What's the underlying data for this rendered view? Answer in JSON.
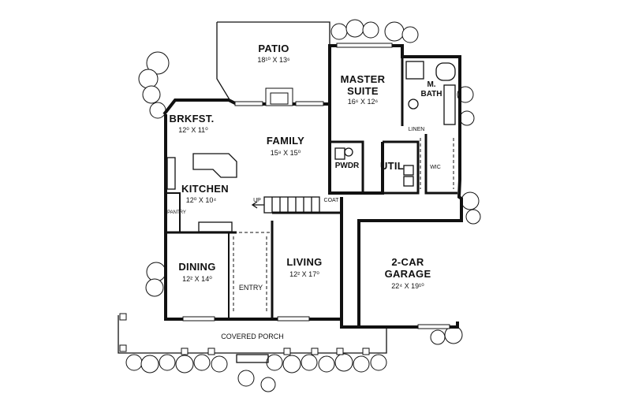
{
  "rooms": {
    "patio": {
      "name": "PATIO",
      "dim": "18¹⁰ X 13⁶"
    },
    "master": {
      "name1": "MASTER",
      "name2": "SUITE",
      "dim": "16⁶ X 12⁶"
    },
    "mbath": {
      "name1": "M.",
      "name2": "BATH"
    },
    "brkfst": {
      "name": "BRKFST.",
      "dim": "12⁰ X 11⁰"
    },
    "family": {
      "name": "FAMILY",
      "dim": "15⁸ X 15⁰"
    },
    "kitchen": {
      "name": "KITCHEN",
      "dim": "12⁰ X 10⁴"
    },
    "pantry": {
      "name": "PANTRY"
    },
    "pwdr": {
      "name": "PWDR"
    },
    "util": {
      "name": "UTIL"
    },
    "linen": {
      "name": "LINEN"
    },
    "wic": {
      "name": "WIC"
    },
    "up": {
      "name": "UP"
    },
    "coat": {
      "name": "COAT"
    },
    "dining": {
      "name": "DINING",
      "dim": "12² X 14⁰"
    },
    "entry": {
      "name": "ENTRY"
    },
    "living": {
      "name": "LIVING",
      "dim": "12² X 17⁰"
    },
    "garage": {
      "name1": "2-CAR",
      "name2": "GARAGE",
      "dim": "22⁴ X 19¹⁰"
    },
    "porch": {
      "name": "COVERED PORCH"
    }
  }
}
